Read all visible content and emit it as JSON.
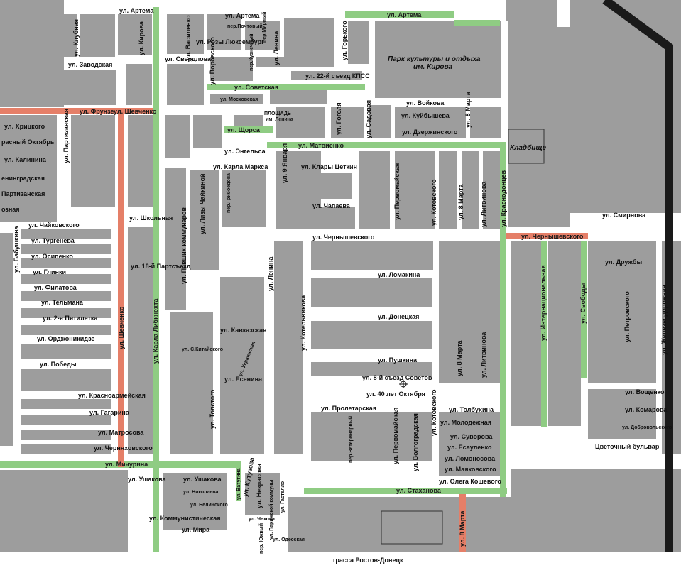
{
  "colors": {
    "block": "#9d9d9d",
    "road": "#ffffff",
    "highlight_green": "#8fcc83",
    "highlight_red": "#e57f68",
    "border": "#1a1a1a",
    "text": "#111111"
  },
  "streets": {
    "artema": "ул. Артема",
    "artema2": "ул. Артема",
    "artema3": "ул. Артема",
    "klubnaya": "ул. Клубная",
    "kirova": "ул. Кирова",
    "vasilenko": "ул. Василенко",
    "pochtovy": "пер.Почтовый",
    "mirny": "пер.Мирный",
    "rozy": "ул. Розы Люксембург",
    "kuznechny": "пер.Кузнечный",
    "lenina_top": "ул. Ленина",
    "gorkogo": "ул. Горького",
    "zavodskaya": "ул. Заводская",
    "sverdlova": "ул. Свердлова",
    "vorovskogo": "ул. Воровского",
    "sezd22": "ул. 22-й съезд КПСС",
    "sovetskaya": "ул. Советская",
    "moskovskaya": "ул. Московская",
    "ploshchad": "ПЛОЩАДЬ",
    "ploshchad2": "им. Ленина",
    "voykova": "ул. Войкова",
    "kuybysheva": "ул. Куйбышева",
    "dzerzhinskogo": "ул. Дзержинского",
    "gogolya": "ул. Гоголя",
    "sadovaya": "ул. Садовая",
    "marta8_top": "ул. 8 Марта",
    "frunze": "ул. Фрунзе",
    "shevchenko_top": "ул. Шевченко",
    "shchorsa": "ул. Щорса",
    "matvienko": "ул. Матвиенко",
    "engelsa": "ул. Энгельса",
    "karla_marksa": "ул. Карла Маркса",
    "klary": "ул. Клары Цеткин",
    "yanvarya9": "ул. 9 Января",
    "griboedova": "пер.Грибоедова",
    "chaykinoy": "ул. Лизы Чайкиной",
    "partizanskaya_v": "ул. Партизанская",
    "hritskogo": "ул. Хрицкого",
    "krasny": "расный Октябрь",
    "kalinina": "ул. Калинина",
    "leningradskaya": "енинградская",
    "partizanskaya": "Партизанская",
    "pioznaya": "озная",
    "chaykovskogo": "ул. Чайковского",
    "shkolnaya": "ул. Школьная",
    "pavshih": "ул. Павших коммунаров",
    "chapaeva": "ул. Чапаева",
    "pervomayskaya": "ул. Первомайская",
    "kotovskogo": "ул. Котовского",
    "marta8_mid": "ул. 8 Марта",
    "litvinova": "ул. Литвинова",
    "krasnodontsev": "ул. Краснодонцев",
    "chernyshevskogo": "ул. Чернышевского",
    "chernyshevskogo_r": "ул. Чернышевского",
    "smirnova": "ул. Смирнова",
    "turgeneva": "ул. Тургенева",
    "osipenko": "ул. Осипенко",
    "babushkina": "ул. Бабушкина",
    "glinki": "ул. Глинки",
    "partsezd": "ул. 18-й Партсъезд",
    "lenina_mid": "ул. Ленина",
    "druzhby": "ул. Дружбы",
    "lomakina": "ул. Ломакина",
    "filatova": "ул. Филатова",
    "internatsionalnaya": "ул. Интернациональная",
    "svobody": "ул. Свободы",
    "petrovskogo": "ул. Петровского",
    "zheleznodorozhnaya": "ул. Железнодорожная",
    "telmana": "ул. Тельмана",
    "donetskaya": "ул. Донецкая",
    "pyatiletka": "ул. 2-я Пятилетка",
    "shevchenko_mid": "ул. Шевченко",
    "karla_libknehta": "ул. Карла Либкнехта",
    "kotelnikova": "ул. Котельникова",
    "kavkazskaya": "ул. Кавказская",
    "ukrainskaya": "ул. Украинская",
    "ordzhonikidze": "ул. Орджоникидзе",
    "kitayskogo": "ул. С.Китайского",
    "pushkina": "ул. Пушкина",
    "marta8_low": "ул. 8 Марта",
    "litvinova2": "ул. Литвинова",
    "pobedy": "ул. Победы",
    "sezd8": "ул. 8-й съезд Советов",
    "esenina": "ул. Есенина",
    "oktyabrya40": "ул. 40 лет Октября",
    "voshchenko": "ул. Вощенко",
    "krasnoarmeyskaya": "ул. Красноармейская",
    "proletarskaya": "ул. Пролетарская",
    "tolbuhina": "ул. Толбухина",
    "komarova": "ул. Комарова",
    "gagarina": "ул. Гагарина",
    "molodezhnaya": "ул. Молодежная",
    "dobrovolskogo": "ул. Добровольского",
    "tolstogo": "ул. Толстого",
    "veterinarny": "пер.Ветеринарный",
    "pervomayskaya2": "ул. Первомайская",
    "volgogradskaya": "ул. Волгоградская",
    "kotovskogo2": "ул. Котовского",
    "suvorova": "ул. Суворова",
    "matrosova": "ул. Матросова",
    "esaulenko": "ул. Есауленко",
    "bulvar": "Цветочный бульвар",
    "chernyahovskogo": "ул. Черняховского",
    "lomonosova": "ул. Ломоносова",
    "michurina": "ул. Мичурина",
    "mayakovskogo": "ул. Маяковского",
    "ushakova": "ул. Ушакова",
    "ushakova2": "ул. Ушакова",
    "vatutina": "ул. Ватутина",
    "kutuzova": "ул. Кутузова",
    "nekrasova": "ул. Некрасова",
    "koshevogo": "ул. Олега Кошевого",
    "nikolaeva": "ул. Николаева",
    "parizhskoy": "ул. Парижской коммуны",
    "gastello": "ул. Гастелло",
    "stahanova": "ул. Стаханова",
    "belinskogo": "ул. Белинского",
    "chehova": "ул. Чехова",
    "kommunisticheskaya": "ул. Коммунистическая",
    "yuzhny": "пер. Южный",
    "mira": "ул. Мира",
    "odesskaya": "ул. Одесская",
    "marta8_bot": "ул. 8 Марта",
    "trassa": "трасса Ростов-Донецк"
  },
  "places": {
    "park_line1": "Парк культуры и отдыха",
    "park_line2": "им. Кирова",
    "cemetery": "Кладбище"
  }
}
